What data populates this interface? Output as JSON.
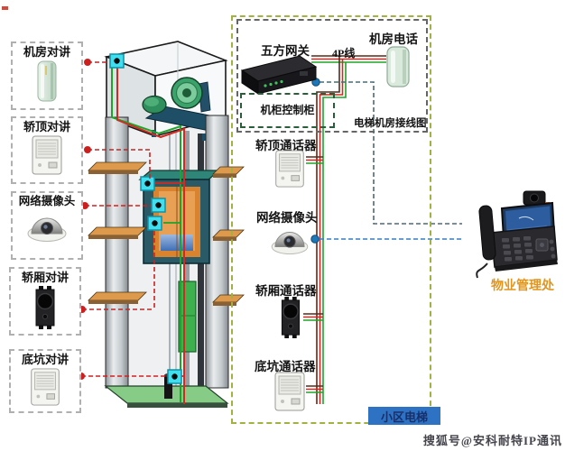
{
  "colors": {
    "outer_box_green": "#a3b13f",
    "inner_box_gray": "#666666",
    "cabinet_box_green": "#2a5d3a",
    "left_box_gray": "#b0b0b0",
    "wire_red": "#d22a22",
    "wire_green": "#1fa32a",
    "connector_red": "#cc2222",
    "connector_blue": "#3a7cc2",
    "marker_cyan": "#3fdff0",
    "badge_blue": "#2e72c4",
    "caption_orange": "#e2951c"
  },
  "left_panel": {
    "items": [
      {
        "label": "机房对讲"
      },
      {
        "label": "轿顶对讲"
      },
      {
        "label": "网络摄像头"
      },
      {
        "label": "轿厢对讲"
      },
      {
        "label": "底坑对讲"
      }
    ]
  },
  "machine_room": {
    "gateway_label": "五方网关",
    "phone_label": "机房电话",
    "wire_label": "4P线",
    "cabinet_label": "机柜控制柜",
    "caption": "电梯机房接线图"
  },
  "shaft_panel": {
    "items": [
      {
        "label": "轿顶通话器"
      },
      {
        "label": "网络摄像头"
      },
      {
        "label": "轿厢通话器"
      },
      {
        "label": "底坑通话器"
      }
    ],
    "badge": "小区电梯"
  },
  "office": {
    "caption": "物业管理处"
  },
  "watermark": "搜狐号@安科耐特IP通讯"
}
